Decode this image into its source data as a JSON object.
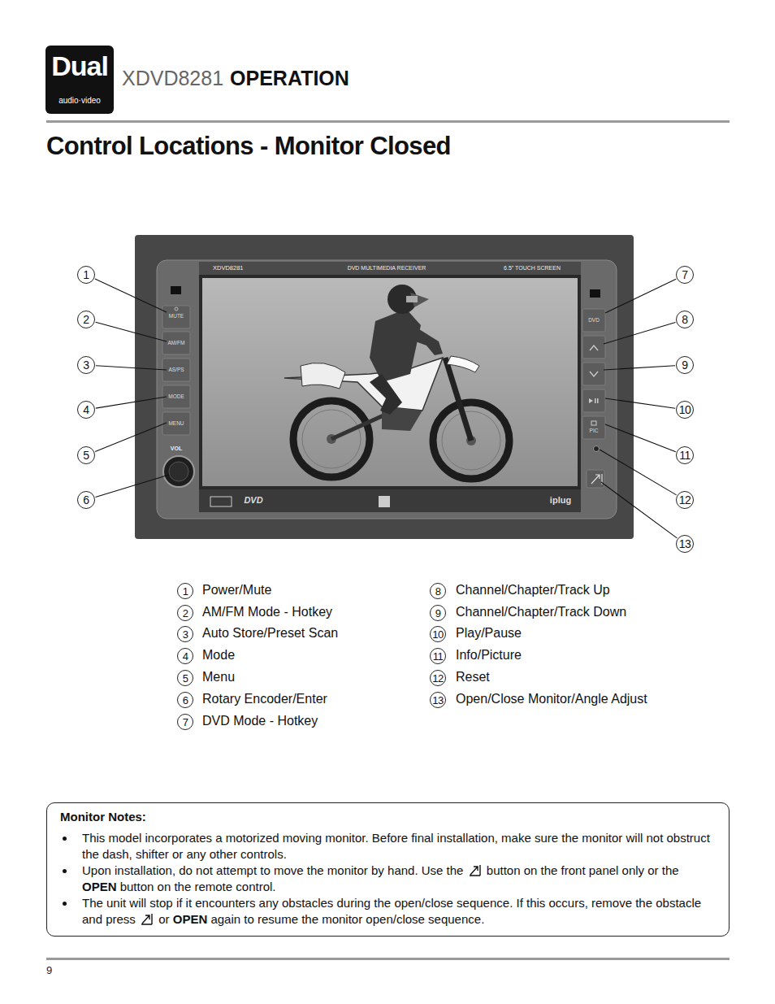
{
  "diagram": {
    "title": "Control Locations - Monitor Closed",
    "nodes": [
      {
        "text": [
          "1"
        ]
      },
      {
        "text": [
          "2"
        ]
      },
      {
        "text": [
          "3"
        ]
      },
      {
        "text": [
          "4"
        ]
      },
      {
        "text": [
          "5"
        ]
      },
      {
        "text": [
          "6"
        ]
      },
      {
        "text": [
          "7"
        ]
      },
      {
        "text": [
          "8"
        ]
      },
      {
        "text": [
          "9"
        ]
      },
      {
        "text": [
          "10"
        ]
      },
      {
        "text": [
          "11"
        ]
      },
      {
        "text": [
          "12"
        ]
      },
      {
        "text": [
          "13"
        ]
      },
      {
        "text": [
          "1"
        ]
      },
      {
        "text": [
          "2"
        ]
      },
      {
        "text": [
          "3"
        ]
      },
      {
        "text": [
          "4"
        ]
      },
      {
        "text": [
          "5"
        ]
      },
      {
        "text": [
          "6"
        ]
      },
      {
        "text": [
          "7"
        ]
      },
      {
        "text": [
          "8"
        ]
      },
      {
        "text": [
          "9"
        ]
      },
      {
        "text": [
          "10"
        ]
      },
      {
        "text": [
          "11"
        ]
      },
      {
        "text": [
          "12"
        ]
      },
      {
        "text": [
          "13"
        ]
      },
      {
        "text": [
          "Monitor Notes:",
          "This model incorporates a motorized moving monitor. Before final installation, make sure the monitor will not obstruct the dash, shifter or any other controls.",
          "Upon installation, do not attempt to move the monitor by hand. Use the",
          "button on the front panel only or the",
          "OPEN",
          "button on the remote control.",
          "The unit will stop if it encounters any obstacles during the open/close sequence. If this occurs, remove the obstacle and press",
          "or",
          "OPEN",
          "again to resume the monitor open/close sequence."
        ]
      }
    ],
    "labels": [
      "Dual",
      "audio·video",
      "XDVD8281",
      "OPERATION",
      "XDVD8281",
      "DVD MULTIMEDIA RECEIVER",
      "6.5\" TOUCH SCREEN",
      "MUTE",
      "AM/FM",
      "AS/PS",
      "MODE",
      "MENU",
      "VOL",
      "DVD",
      "PIC",
      "DVD",
      "iplug",
      "Power/Mute",
      "AM/FM Mode - Hotkey",
      "Auto Store/Preset Scan",
      "Mode",
      "Menu",
      "Rotary Encoder/Enter",
      "DVD Mode - Hotkey",
      "Channel/Chapter/Track Up",
      "Channel/Chapter/Track Down",
      "Play/Pause",
      "Info/Picture",
      "Reset",
      "Open/Close Monitor/Angle Adjust",
      "9"
    ]
  }
}
